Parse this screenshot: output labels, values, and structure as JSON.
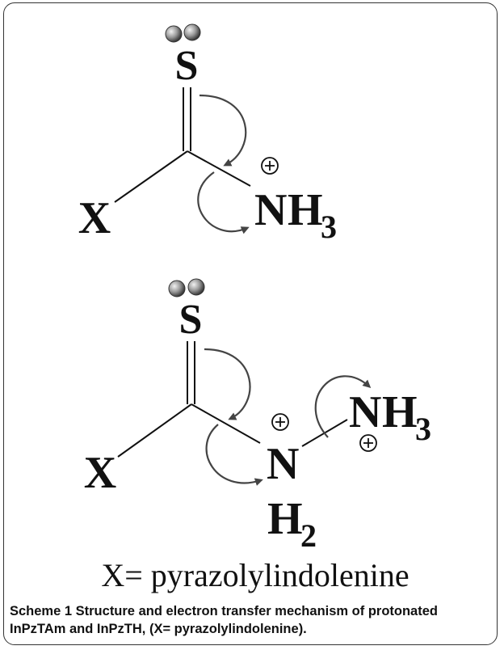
{
  "molecule1": {
    "s_label": "S",
    "x_label": "X",
    "n_label": "N",
    "h3_h": "H",
    "h3_sub": "3",
    "charge": "+"
  },
  "molecule2": {
    "s_label": "S",
    "x_label": "X",
    "n_label": "N",
    "h2_h": "H",
    "h2_sub": "2",
    "nh3_n": "N",
    "nh3_h": "H",
    "nh3_sub": "3",
    "charge_n": "+",
    "charge_nh3": "+"
  },
  "legend": "X= pyrazolylindolenine",
  "caption": {
    "label": "Scheme 1",
    "text": "Structure and electron transfer mechanism of protonated InPzTAm and InPzTH, (X= pyrazolylindolenine)."
  }
}
